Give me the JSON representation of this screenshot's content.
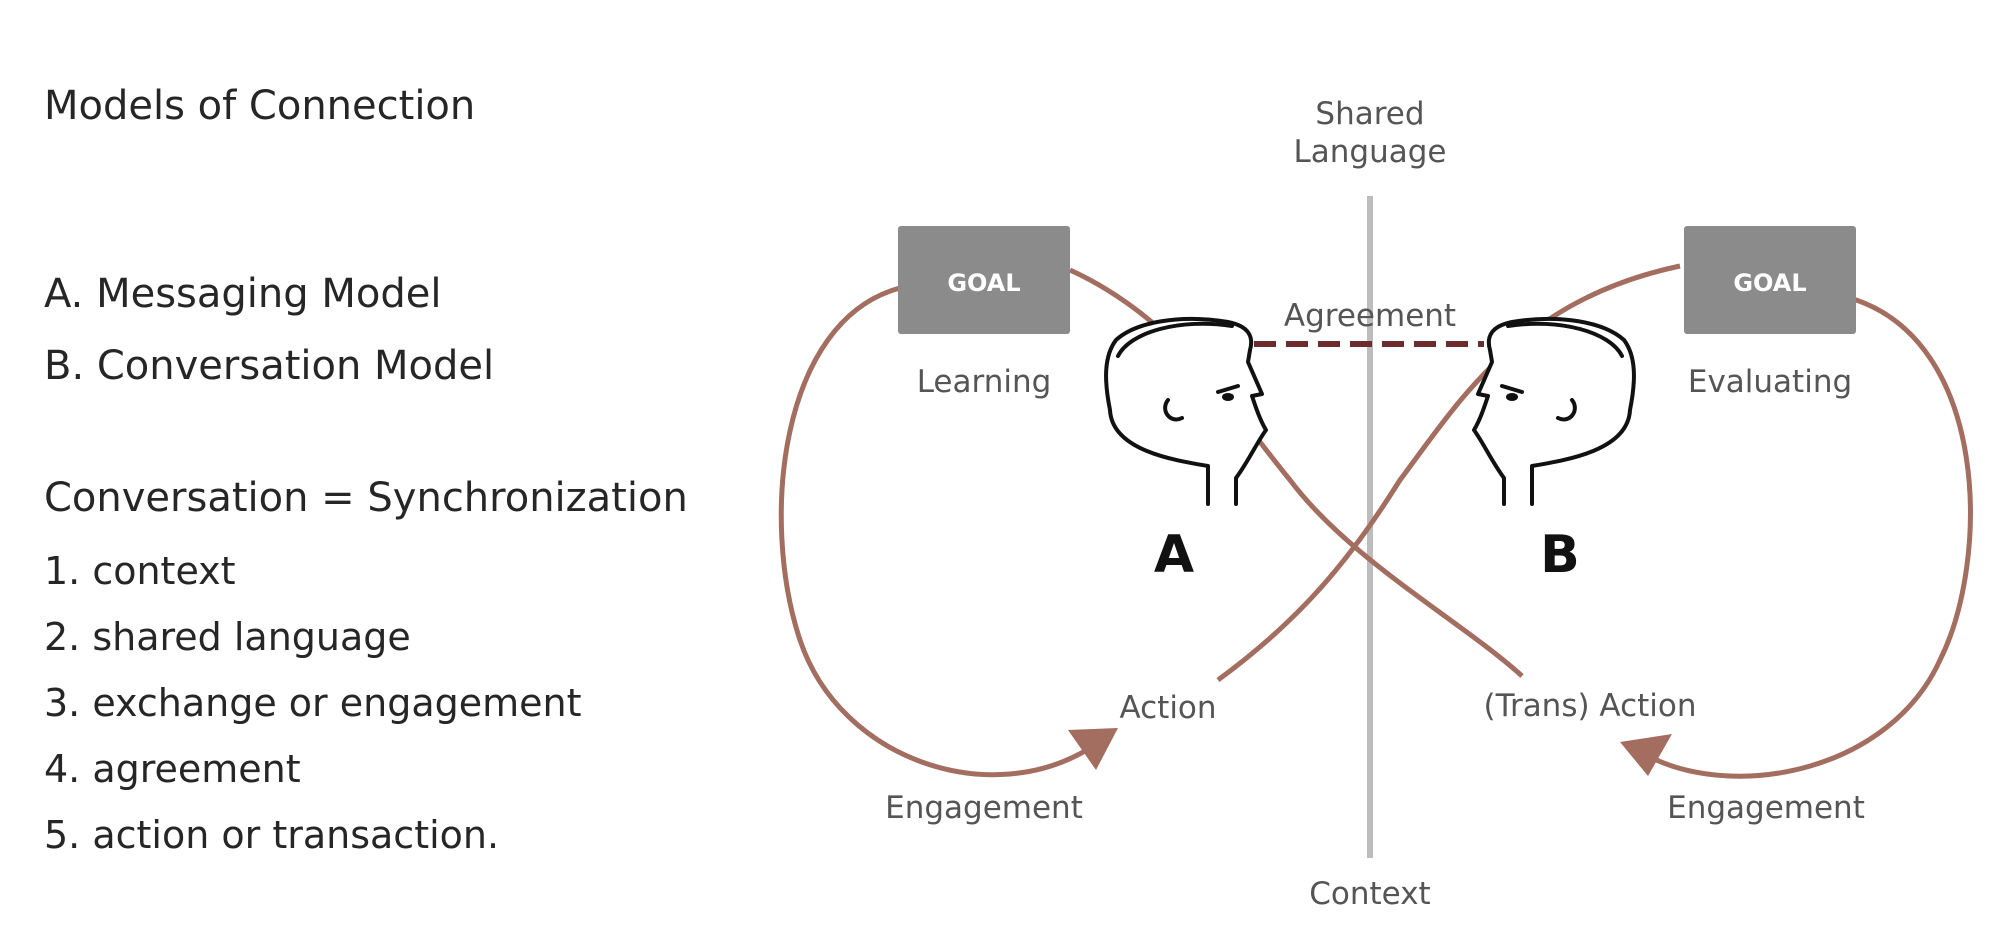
{
  "title": "Models of Connection",
  "models": [
    "A.  Messaging Model",
    "B.  Conversation Model"
  ],
  "equation": "Conversation = Synchronization",
  "steps": [
    "1.  context",
    "2.  shared language",
    "3.  exchange or engagement",
    "4.  agreement",
    "5.  action or transaction."
  ],
  "diagram": {
    "shared_language_line1": "Shared",
    "shared_language_line2": "Language",
    "context": "Context",
    "agreement": "Agreement",
    "left": {
      "goal": "GOAL",
      "activity": "Learning",
      "person": "A",
      "action": "Action",
      "engagement": "Engagement"
    },
    "right": {
      "goal": "GOAL",
      "activity": "Evaluating",
      "person": "B",
      "action": "(Trans) Action",
      "engagement": "Engagement"
    },
    "colors": {
      "loop": "#a36d5f",
      "agreement_line": "#6b2e2e",
      "divider": "#bdbdbd",
      "goal_box": "#8b8b8b",
      "label": "#555555"
    }
  }
}
